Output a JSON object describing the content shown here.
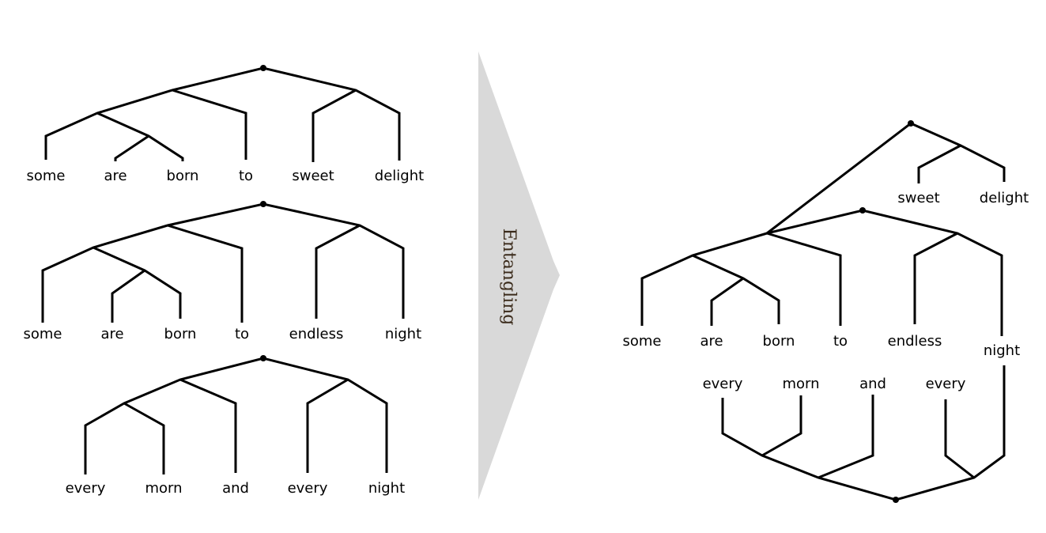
{
  "trees": [
    {
      "words": [
        "some",
        "are",
        "born",
        "to",
        "sweet",
        "delight"
      ]
    },
    {
      "words": [
        "some",
        "are",
        "born",
        "to",
        "endless",
        "night"
      ]
    },
    {
      "words": [
        "every",
        "morn",
        "and",
        "every",
        "night"
      ]
    }
  ],
  "arrow": {
    "label": "Entangling",
    "color": "#d9d9d9"
  },
  "result": {
    "top_words": [
      "sweet",
      "delight"
    ],
    "middle_words": [
      "some",
      "are",
      "born",
      "to",
      "endless",
      "night"
    ],
    "bottom_words": [
      "every",
      "morn",
      "and",
      "every"
    ]
  }
}
